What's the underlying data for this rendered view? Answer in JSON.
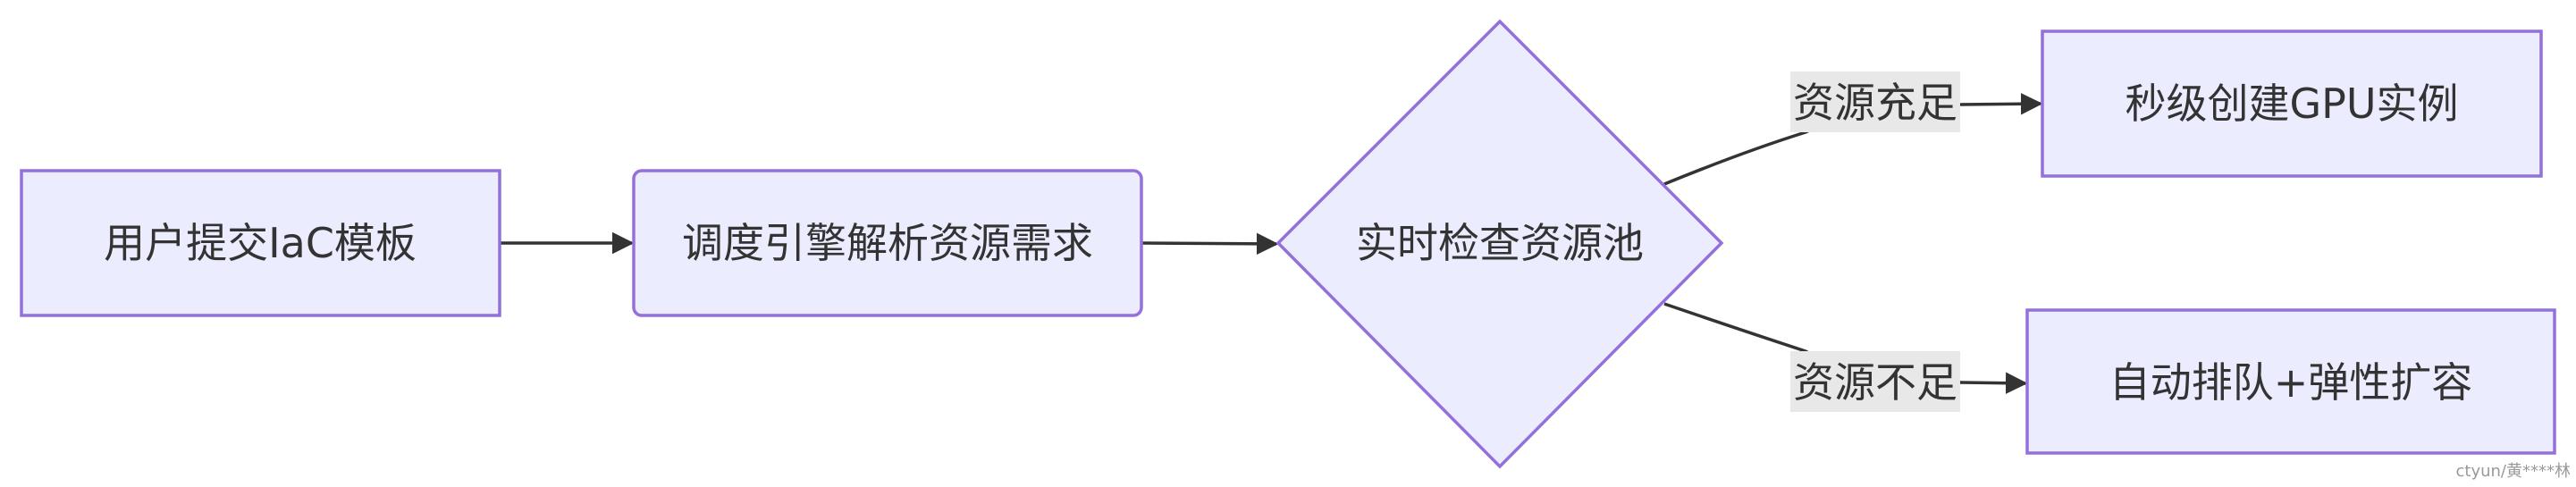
{
  "nodes": {
    "submit": "用户提交IaC模板",
    "parse": "调度引擎解析资源需求",
    "check": "实时检查资源池",
    "create": "秒级创建GPU实例",
    "queue": "自动排队+弹性扩容"
  },
  "edges": {
    "sufficient": "资源充足",
    "insufficient": "资源不足"
  },
  "watermark": "ctyun/黄****林",
  "colors": {
    "node_fill": "#ECECFF",
    "node_stroke": "#9370DB",
    "edge": "#333333",
    "label_bg": "#E8E8E8"
  }
}
